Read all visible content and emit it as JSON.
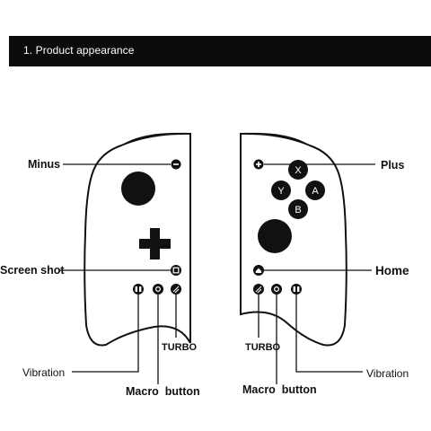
{
  "section": {
    "title": "1. Product appearance"
  },
  "face_buttons": {
    "x": "X",
    "y": "Y",
    "a": "A",
    "b": "B"
  },
  "labels": {
    "minus": "Minus",
    "plus": "Plus",
    "screenshot": "Screen shot",
    "home": "Home",
    "turbo_left": "TURBO",
    "turbo_right": "TURBO",
    "vibration_left": "Vibration",
    "vibration_right": "Vibration",
    "macro_left": "Macro  button",
    "macro_right": "Macro  button"
  },
  "colors": {
    "banner": "#0b0b0b",
    "ink": "#111111",
    "background": "#ffffff"
  }
}
